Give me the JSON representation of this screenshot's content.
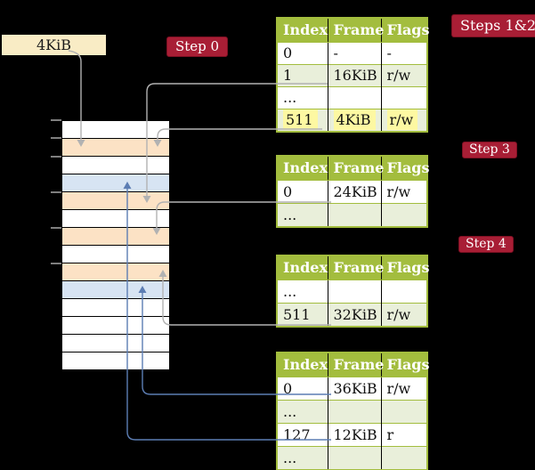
{
  "size_box": {
    "label": "4KiB"
  },
  "badges": {
    "steps12": {
      "label": "Steps 1&2"
    },
    "step0": {
      "label": "Step 0"
    },
    "step3": {
      "label": "Step 3"
    },
    "step4": {
      "label": "Step 4"
    }
  },
  "tables": [
    {
      "id": "page-table-1",
      "headers": [
        "Index",
        "Frame",
        "Flags"
      ],
      "rows": [
        {
          "cells": [
            "0",
            "-",
            "-"
          ],
          "shaded": false,
          "highlight": false
        },
        {
          "cells": [
            "1",
            "16KiB",
            "r/w"
          ],
          "shaded": true,
          "highlight": false
        },
        {
          "cells": [
            "...",
            "",
            ""
          ],
          "shaded": false,
          "highlight": false
        },
        {
          "cells": [
            "511",
            "4KiB",
            "r/w"
          ],
          "shaded": true,
          "highlight": true
        }
      ]
    },
    {
      "id": "page-table-2",
      "headers": [
        "Index",
        "Frame",
        "Flags"
      ],
      "rows": [
        {
          "cells": [
            "0",
            "24KiB",
            "r/w"
          ],
          "shaded": false,
          "highlight": false
        },
        {
          "cells": [
            "...",
            "",
            ""
          ],
          "shaded": true,
          "highlight": false
        }
      ]
    },
    {
      "id": "page-table-3",
      "headers": [
        "Index",
        "Frame",
        "Flags"
      ],
      "rows": [
        {
          "cells": [
            "...",
            "",
            ""
          ],
          "shaded": false,
          "highlight": false
        },
        {
          "cells": [
            "511",
            "32KiB",
            "r/w"
          ],
          "shaded": true,
          "highlight": false
        }
      ]
    },
    {
      "id": "page-table-4",
      "headers": [
        "Index",
        "Frame",
        "Flags"
      ],
      "rows": [
        {
          "cells": [
            "0",
            "36KiB",
            "r/w"
          ],
          "shaded": false,
          "highlight": false
        },
        {
          "cells": [
            "...",
            "",
            ""
          ],
          "shaded": true,
          "highlight": false
        },
        {
          "cells": [
            "127",
            "12KiB",
            "r"
          ],
          "shaded": false,
          "highlight": false
        },
        {
          "cells": [
            "...",
            "",
            ""
          ],
          "shaded": true,
          "highlight": false
        }
      ]
    }
  ],
  "memory": {
    "rows": [
      "white",
      "peach",
      "white",
      "blue",
      "peach",
      "white",
      "peach",
      "white",
      "peach",
      "blue",
      "white",
      "white",
      "white",
      "white"
    ]
  },
  "colors": {
    "cream": "#F9ECC5",
    "badge_red": "#A81E35",
    "badge_border": "#7E1023",
    "olive": "#A3BD3E",
    "row_green": "#E9EFDA",
    "highlight_yellow": "#FDF8A2",
    "peach": "#FCE2C5",
    "blue_row": "#D7E4F3",
    "gray_line": "#B2B2B2",
    "blue_line": "#5C7DB3",
    "tick_gray": "#7F7F7F"
  }
}
